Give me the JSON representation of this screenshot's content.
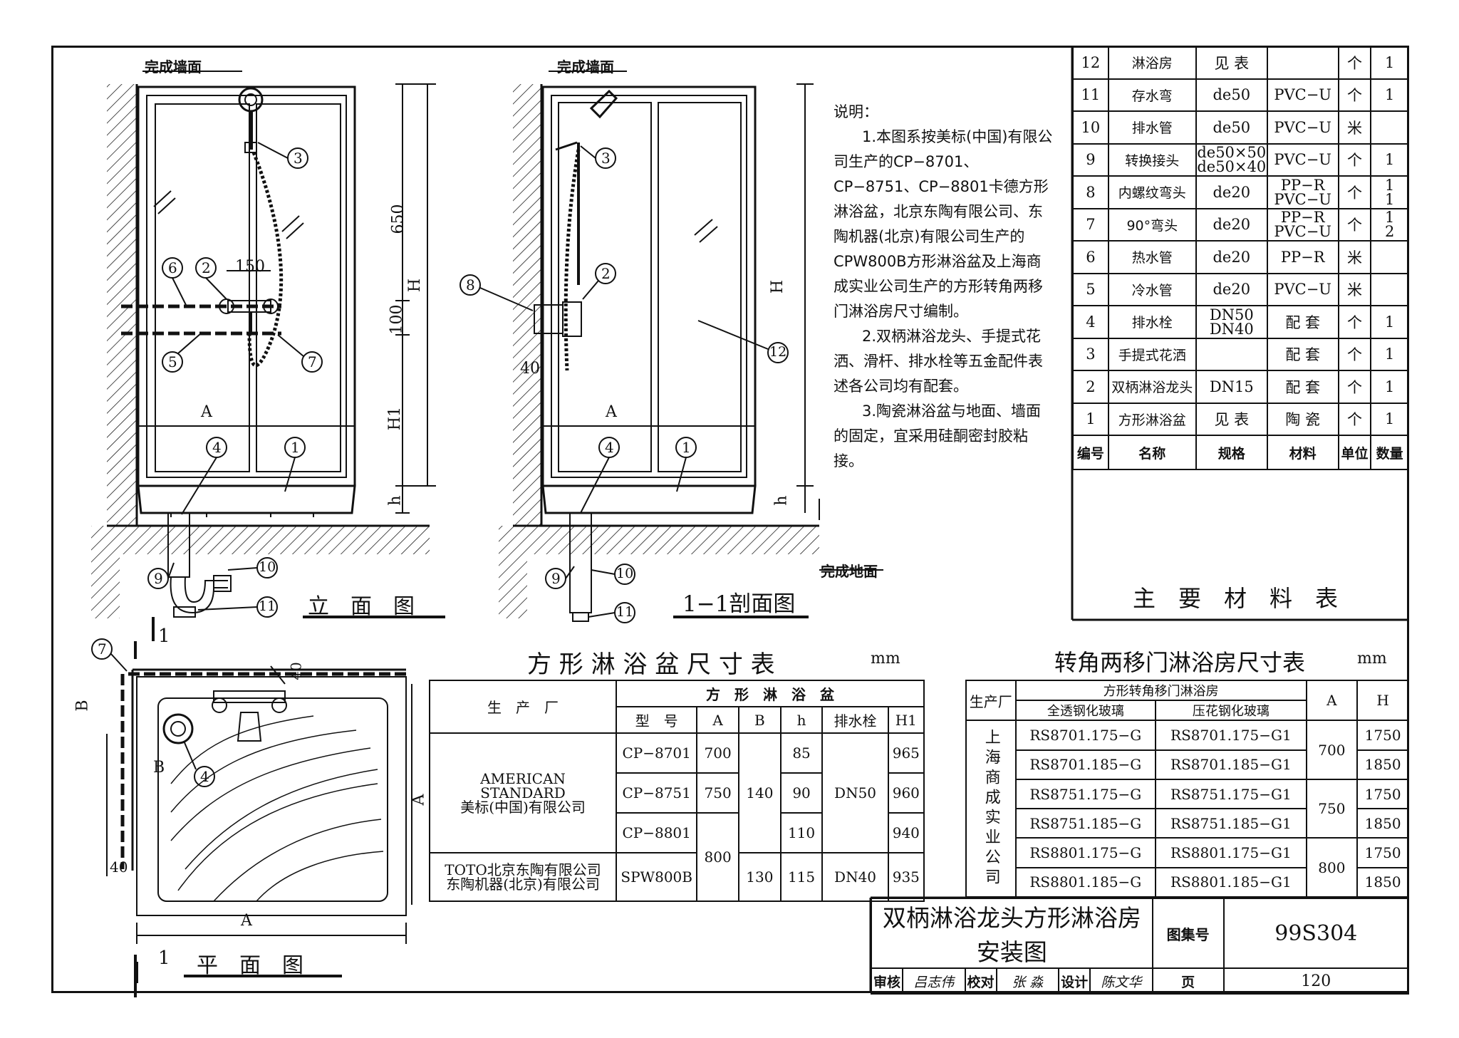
{
  "labels": {
    "finished_wall": "完成墙面",
    "finished_floor": "完成地面",
    "elevation_title": "立　面　图",
    "section_title": "1−1剖面图",
    "plan_title": "平　面　图",
    "section_mark": "1",
    "dim_A": "A",
    "dim_B": "B",
    "dim_H": "H",
    "dim_H1": "H1",
    "dim_h": "h",
    "dim_650": "650",
    "dim_100": "100",
    "dim_150": "150",
    "dim_40": "40",
    "callouts": [
      "1",
      "2",
      "3",
      "4",
      "5",
      "6",
      "7",
      "8",
      "9",
      "10",
      "11",
      "12"
    ]
  },
  "notes": {
    "heading": "说明：",
    "items": [
      "1.本图系按美标(中国)有限公司生产的CP−8701、CP−8751、CP−8801卡德方形淋浴盆，北京东陶有限公司、东陶机器(北京)有限公司生产的CPW800B方形淋浴盆及上海商成实业公司生产的方形转角两移门淋浴房尺寸编制。",
      "2.双柄淋浴龙头、手提式花洒、滑杆、排水栓等五金配件表述各公司均有配套。",
      "3.陶瓷淋浴盆与地面、墙面的固定，宜采用硅酮密封胶粘接。"
    ]
  },
  "materials": {
    "title": "主　要　材　料　表",
    "headers": [
      "编号",
      "名称",
      "规格",
      "材料",
      "单位",
      "数量"
    ],
    "rows": [
      [
        "12",
        "淋浴房",
        "见 表",
        "",
        "个",
        "1"
      ],
      [
        "11",
        "存水弯",
        "de50",
        "PVC−U",
        "个",
        "1"
      ],
      [
        "10",
        "排水管",
        "de50",
        "PVC−U",
        "米",
        ""
      ],
      [
        "9",
        "转换接头",
        "de50×50|de50×40",
        "PVC−U",
        "个",
        "1"
      ],
      [
        "8",
        "内螺纹弯头",
        "de20",
        "PP−R|PVC−U",
        "个",
        "1|1"
      ],
      [
        "7",
        "90°弯头",
        "de20",
        "PP−R|PVC−U",
        "个",
        "1|2"
      ],
      [
        "6",
        "热水管",
        "de20",
        "PP−R",
        "米",
        ""
      ],
      [
        "5",
        "冷水管",
        "de20",
        "PVC−U",
        "米",
        ""
      ],
      [
        "4",
        "排水栓",
        "DN50|DN40",
        "配 套",
        "个",
        "1"
      ],
      [
        "3",
        "手提式花洒",
        "",
        "配 套",
        "个",
        "1"
      ],
      [
        "2",
        "双柄淋浴龙头",
        "DN15",
        "配 套",
        "个",
        "1"
      ],
      [
        "1",
        "方形淋浴盆",
        "见 表",
        "陶 瓷",
        "个",
        "1"
      ]
    ]
  },
  "tray_table": {
    "title": "方 形 淋 浴 盆 尺 寸 表",
    "unit": "mm",
    "col_maker": "生　产　厂",
    "group": "方　形　淋　浴　盆",
    "cols": [
      "型　号",
      "A",
      "B",
      "h",
      "排水栓",
      "H1"
    ],
    "maker1": "AMERICAN|STANDARD|美标(中国)有限公司",
    "maker2": "TOTO北京东陶有限公司|东陶机器(北京)有限公司",
    "rows": [
      [
        "CP−8701",
        "700",
        "",
        "85",
        "",
        "965"
      ],
      [
        "CP−8751",
        "750",
        "140",
        "90",
        "DN50",
        "960"
      ],
      [
        "CP−8801",
        "800",
        "",
        "110",
        "",
        "940"
      ],
      [
        "SPW800B",
        "",
        "130",
        "115",
        "DN40",
        "935"
      ]
    ]
  },
  "room_table": {
    "title": "转角两移门淋浴房尺寸表",
    "unit": "mm",
    "col_maker": "生产厂",
    "group": "方形转角移门淋浴房",
    "sub1": "全透钢化玻璃",
    "sub2": "压花钢化玻璃",
    "colA": "A",
    "colH": "H",
    "maker": "上海商成实业公司",
    "rows": [
      [
        "RS8701.175−G",
        "RS8701.175−G1",
        "700",
        "1750"
      ],
      [
        "RS8701.185−G",
        "RS8701.185−G1",
        "",
        "1850"
      ],
      [
        "RS8751.175−G",
        "RS8751.175−G1",
        "750",
        "1750"
      ],
      [
        "RS8751.185−G",
        "RS8751.185−G1",
        "",
        "1850"
      ],
      [
        "RS8801.175−G",
        "RS8801.175−G1",
        "800",
        "1750"
      ],
      [
        "RS8801.185−G",
        "RS8801.185−G1",
        "",
        "1850"
      ]
    ]
  },
  "title_block": {
    "drawing_title": "双柄淋浴龙头方形淋浴房安装图",
    "atlas_label": "图集号",
    "atlas_no": "99S304",
    "review": "审核",
    "review_sign": "吕志伟",
    "check": "校对",
    "check_sign": "张 淼",
    "design": "设计",
    "design_sign": "陈文华",
    "page_label": "页",
    "page_no": "120"
  }
}
